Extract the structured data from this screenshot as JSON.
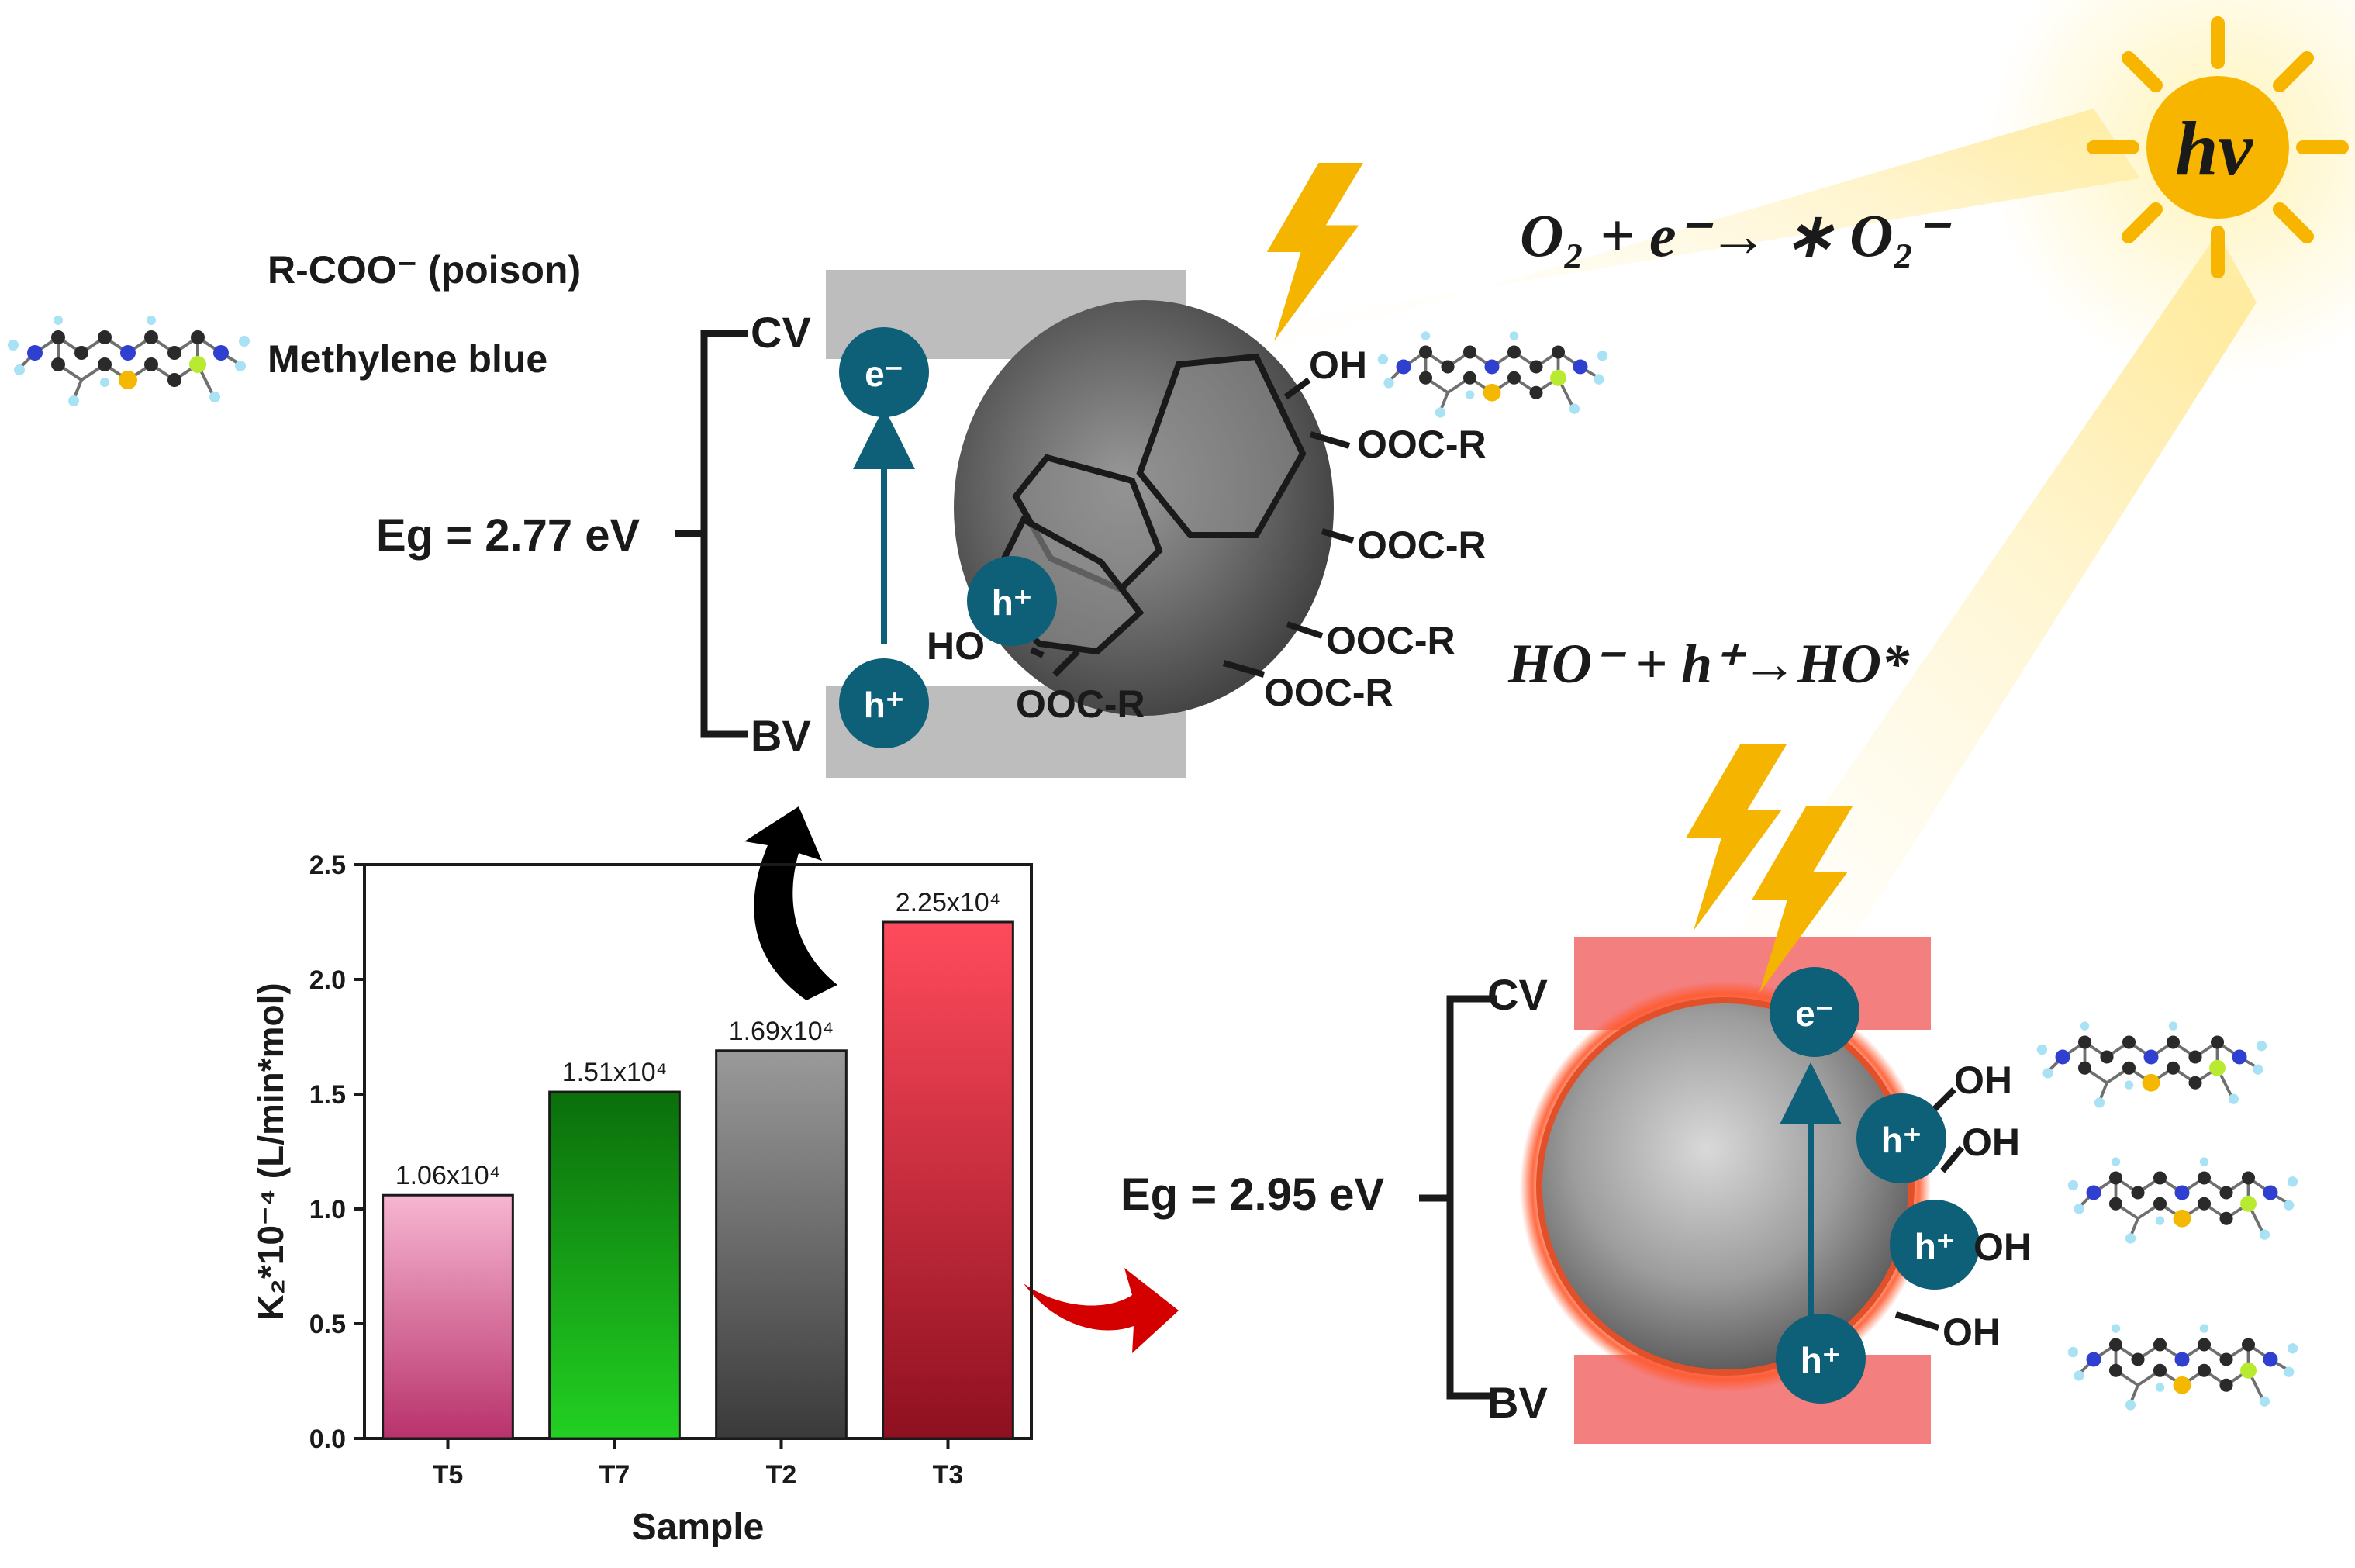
{
  "legend": {
    "poison_label": "R-COO⁻ (poison)",
    "dye_label": "Methylene blue"
  },
  "top_diagram": {
    "cb_label": "CV",
    "vb_label": "BV",
    "bandgap_label": "Eg = 2.77 eV",
    "electron_label": "e⁻",
    "hole_label": "h⁺",
    "surface_groups": [
      "OH",
      "OOC-R",
      "OOC-R",
      "OOC-R",
      "OOC-R",
      "OOC-R",
      "HO"
    ]
  },
  "bottom_diagram": {
    "cb_label": "CV",
    "vb_label": "BV",
    "bandgap_label": "Eg = 2.95 eV",
    "electron_label": "e⁻",
    "hole_label": "h⁺",
    "surface_groups": [
      "OH",
      "OH",
      "OH",
      "OH"
    ]
  },
  "equations": {
    "superoxide": "O₂ + e⁻→ ∗ O₂⁻",
    "hydroxyl": "HO⁻ + h⁺→HO*"
  },
  "sun_label": "hv",
  "colors": {
    "teal_circle": "#0e5f78",
    "band_gray": "#bdbdbd",
    "band_red": "#f47f7f",
    "sun": "#f7b500",
    "lightning": "#f5b400",
    "arrow_black": "#000000",
    "arrow_red": "#d40000"
  },
  "chart_data": {
    "type": "bar",
    "categories": [
      "T5",
      "T7",
      "T2",
      "T3"
    ],
    "values": [
      1.06,
      1.51,
      1.69,
      2.25
    ],
    "data_labels": [
      "1.06x10⁴",
      "1.51x10⁴",
      "1.69x10⁴",
      "2.25x10⁴"
    ],
    "bar_colors": [
      [
        "#f7b6d2",
        "#b8326b"
      ],
      [
        "#0b6e0b",
        "#22d022"
      ],
      [
        "#9a9a9a",
        "#3a3a3a"
      ],
      [
        "#ff4b5c",
        "#8e1020"
      ]
    ],
    "xlabel": "Sample",
    "ylabel": "K₂*10⁻⁴ (L/min*mol)",
    "ylim": [
      0,
      2.5
    ],
    "yticks": [
      "0.0",
      "0.5",
      "1.0",
      "1.5",
      "2.0",
      "2.5"
    ],
    "grid": false
  }
}
